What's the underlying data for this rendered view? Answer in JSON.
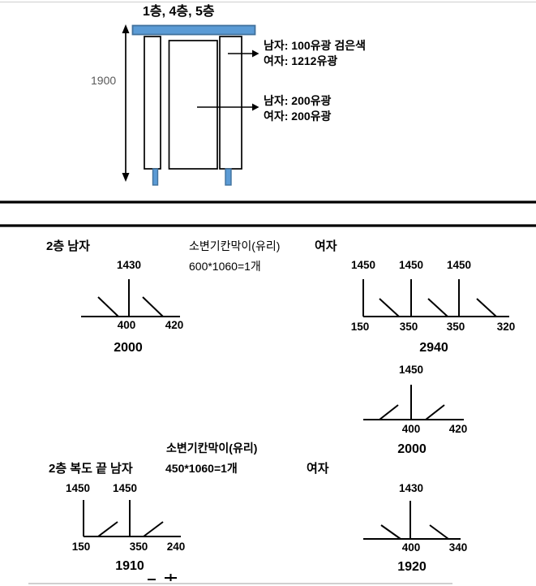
{
  "colors": {
    "accent_blue": "#5B9BD5",
    "accent_blue_dark": "#41719C"
  },
  "header": {
    "title": "1층, 4층, 5층",
    "height_dim": "1900",
    "frame_note_line1": "남자: 100유광 검은색",
    "frame_note_line2": "여자: 1212유광",
    "door_note_line1": "남자: 200유광",
    "door_note_line2": "여자: 200유광"
  },
  "sections": {
    "men2f": {
      "title": "2층 남자",
      "note1": "소변기칸막이(유리)",
      "note2": "600*1060=1개"
    },
    "women2f": {
      "title": "여자"
    },
    "corridor_men": {
      "title": "2층 복도 끝 남자",
      "note1": "소변기칸막이(유리)",
      "note2": "450*1060=1개"
    },
    "corridor_women": {
      "title": "여자"
    }
  },
  "diagrams": {
    "men2f": {
      "heights": [
        "1430"
      ],
      "widths": [
        "400",
        "420"
      ],
      "total": "2000"
    },
    "women2f_main": {
      "heights": [
        "1450",
        "1450",
        "1450"
      ],
      "widths": [
        "150",
        "350",
        "350",
        "320"
      ],
      "total": "2940"
    },
    "women2f_second": {
      "heights": [
        "1450"
      ],
      "widths": [
        "400",
        "420"
      ],
      "total": "2000"
    },
    "corridor_men": {
      "heights": [
        "1450",
        "1450"
      ],
      "widths": [
        "150",
        "350",
        "240"
      ],
      "total": "1910"
    },
    "corridor_women": {
      "heights": [
        "1430"
      ],
      "widths": [
        "400",
        "340"
      ],
      "total": "1920"
    }
  }
}
